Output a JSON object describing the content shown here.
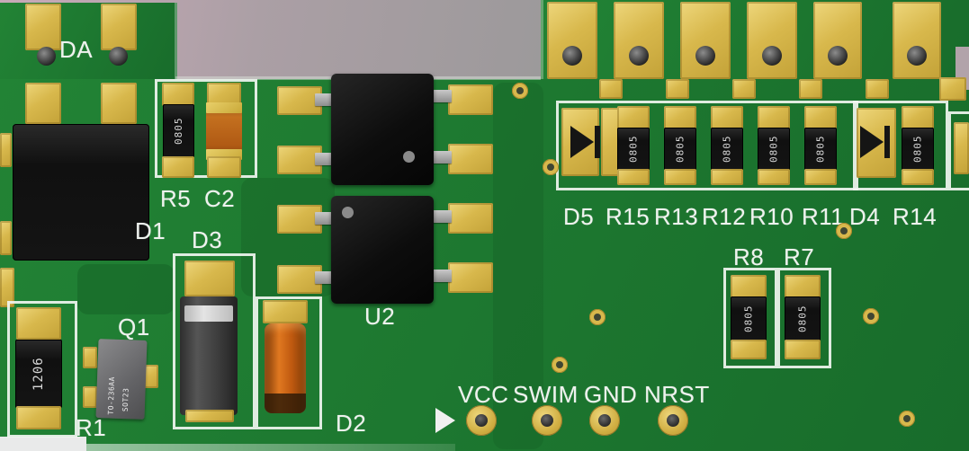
{
  "silkscreen": {
    "da": "DA",
    "d1": "D1",
    "r5": "R5",
    "c2": "C2",
    "d3": "D3",
    "q1": "Q1",
    "r1": "R1",
    "d2": "D2",
    "u2": "U2",
    "d5": "D5",
    "r15": "R15",
    "r13": "R13",
    "r12": "R12",
    "r10": "R10",
    "r11": "R11",
    "d4": "D4",
    "r14": "R14",
    "r8": "R8",
    "r7": "R7",
    "vcc": "VCC",
    "swim": "SWIM",
    "gnd": "GND",
    "nrst": "NRST"
  },
  "markings": {
    "r5": "0805",
    "r1": "1206",
    "q1_line1": "SOT23",
    "q1_line2": "TO-236AA",
    "r15": "0805",
    "r13": "0805",
    "r12": "0805",
    "r10": "0805",
    "r11": "0805",
    "r14": "0805",
    "r8": "0805",
    "r7": "0805"
  },
  "colors": {
    "board_green": "#1e7a31",
    "board_green_dark": "#155f26",
    "pad_gold": "#d8b84c",
    "pad_gold_light": "#eed77c",
    "silkscreen_white": "#eef2ee",
    "component_black": "#141414",
    "capacitor_orange": "#c4701f",
    "background_gray": "#9b999a",
    "background_pink": "#c2a7b4"
  }
}
